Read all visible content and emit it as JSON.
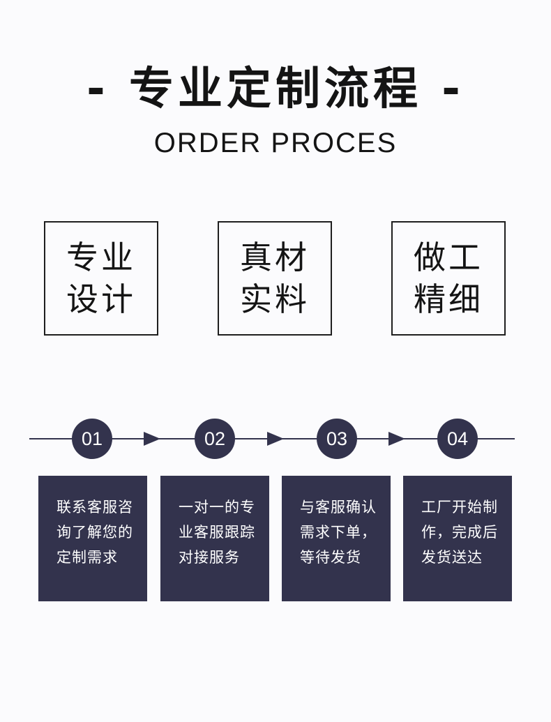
{
  "header": {
    "title": "- 专业定制流程 -",
    "subtitle": "ORDER PROCES"
  },
  "features": [
    {
      "line1": "专业",
      "line2": "设计"
    },
    {
      "line1": "真材",
      "line2": "实料"
    },
    {
      "line1": "做工",
      "line2": "精细"
    }
  ],
  "steps": [
    {
      "number": "01",
      "lines": [
        "联系客服咨",
        "询了解您的",
        "定制需求"
      ]
    },
    {
      "number": "02",
      "lines": [
        "一对一的专",
        "业客服跟踪",
        "对接服务"
      ]
    },
    {
      "number": "03",
      "lines": [
        "与客服确认",
        "需求下单，",
        "等待发货"
      ]
    },
    {
      "number": "04",
      "lines": [
        "工厂开始制",
        "作，完成后",
        "发货送达"
      ]
    }
  ],
  "colors": {
    "accent": "#33334d",
    "text": "#141414",
    "background": "#fbfbfd"
  }
}
